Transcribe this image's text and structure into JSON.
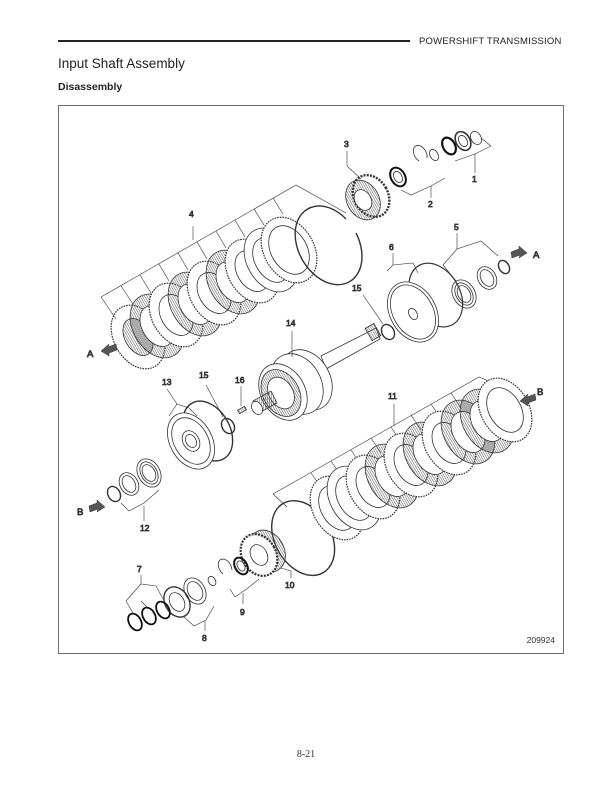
{
  "header": {
    "section_label": "POWERSHIFT  TRANSMISSION"
  },
  "page": {
    "title": "Input Shaft Assembly",
    "subtitle": "Disassembly",
    "page_number": "8-21"
  },
  "figure": {
    "figure_id": "209924",
    "callouts": [
      {
        "number": "1",
        "part": "snap ring / bearing / seal set"
      },
      {
        "number": "2",
        "part": "bearing / snap ring set"
      },
      {
        "number": "3",
        "part": "gear"
      },
      {
        "number": "4",
        "part": "clutch pack (friction & steel plates)"
      },
      {
        "number": "5",
        "part": "spring / retainer / snap ring set"
      },
      {
        "number": "6",
        "part": "piston"
      },
      {
        "number": "7",
        "part": "seal rings"
      },
      {
        "number": "8",
        "part": "bearing / washer set"
      },
      {
        "number": "9",
        "part": "snap ring / bearing set"
      },
      {
        "number": "10",
        "part": "gear"
      },
      {
        "number": "11",
        "part": "clutch pack (friction & steel plates)"
      },
      {
        "number": "12",
        "part": "spring / retainer / snap ring set"
      },
      {
        "number": "13",
        "part": "piston"
      },
      {
        "number": "14",
        "part": "input shaft & drum"
      },
      {
        "number": "15",
        "part": "seal ring"
      },
      {
        "number": "16",
        "part": "pin"
      }
    ],
    "view_arrows": [
      {
        "letter": "A",
        "position": "left of clutch pack 4"
      },
      {
        "letter": "A",
        "position": "right of spring set 5"
      },
      {
        "letter": "B",
        "position": "right of clutch pack 11"
      },
      {
        "letter": "B",
        "position": "left of spring set 12"
      }
    ],
    "labels": {
      "c1": "1",
      "c2": "2",
      "c3": "3",
      "c4": "4",
      "c5": "5",
      "c6": "6",
      "c7": "7",
      "c8": "8",
      "c9": "9",
      "c10": "10",
      "c11": "11",
      "c12": "12",
      "c13": "13",
      "c14": "14",
      "c15a": "15",
      "c15b": "15",
      "c16": "16",
      "arrowA": "A",
      "arrowB": "B"
    }
  }
}
